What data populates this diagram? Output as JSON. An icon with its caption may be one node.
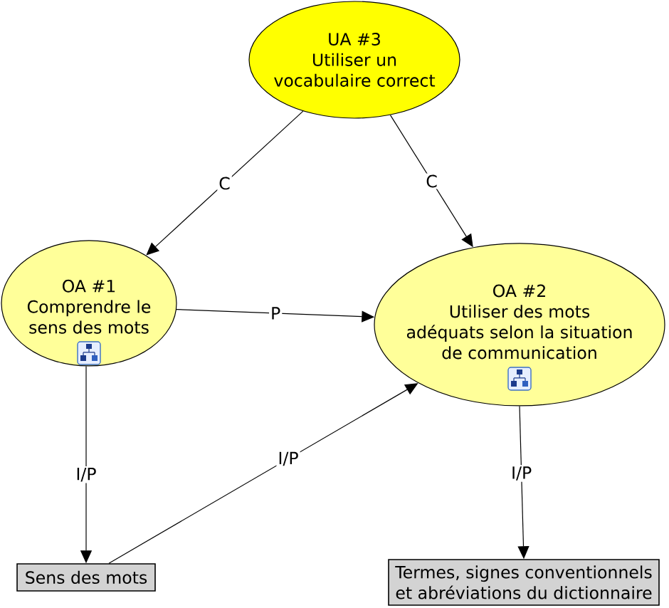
{
  "diagram": {
    "nodes": [
      {
        "text": [
          "UA #3",
          "Utiliser un vocabulaire correct"
        ]
      },
      {
        "text": [
          "OA #1",
          "Comprendre le sens des mots"
        ]
      },
      {
        "text": [
          "OA #2",
          "Utiliser des mots adéquats selon la situation de communication"
        ]
      },
      {
        "text": [
          "Sens des mots"
        ]
      },
      {
        "text": [
          "Termes, signes conventionnels et abréviations du dictionnaire"
        ]
      }
    ],
    "edges": [
      {
        "from": 0,
        "to": 1,
        "arrow": "to",
        "label": "C"
      },
      {
        "from": 0,
        "to": 2,
        "arrow": "to",
        "label": "C"
      },
      {
        "from": 1,
        "to": 2,
        "arrow": "to",
        "label": "P"
      },
      {
        "from": 1,
        "to": 3,
        "arrow": "to",
        "label": "I/P"
      },
      {
        "from": 3,
        "to": 2,
        "arrow": "to",
        "label": "I/P"
      },
      {
        "from": 2,
        "to": 4,
        "arrow": "to",
        "label": "I/P"
      }
    ]
  }
}
